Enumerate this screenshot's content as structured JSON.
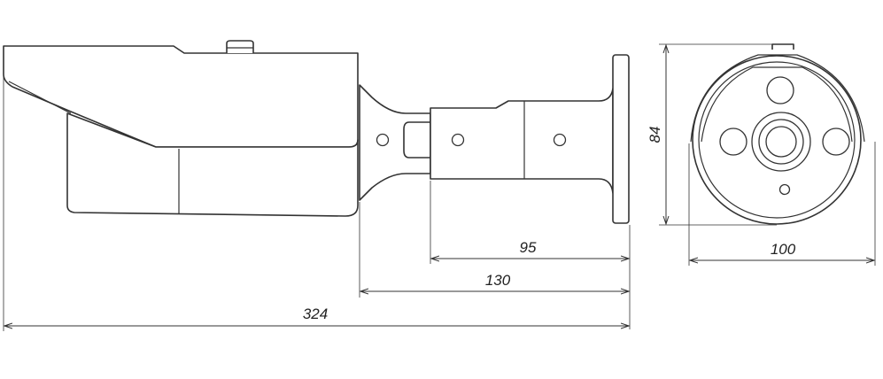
{
  "dimensions": {
    "bracket_length": "95",
    "mount_length": "130",
    "total_length": "324",
    "front_height": "84",
    "front_width": "100"
  },
  "colors": {
    "line": "#333333",
    "background": "#ffffff"
  }
}
